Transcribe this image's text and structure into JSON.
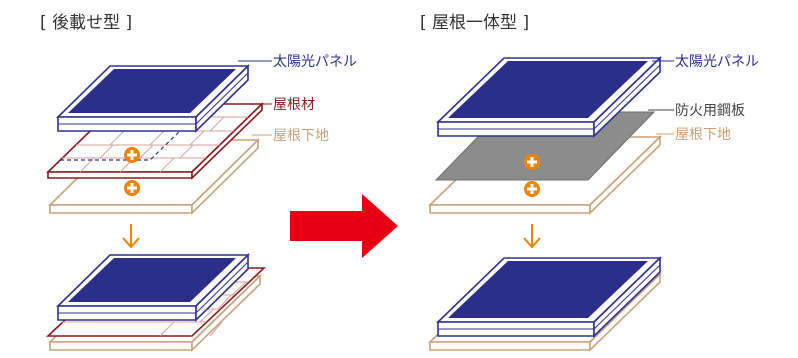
{
  "left_panel": {
    "title": "[ 後載せ型 ]",
    "labels": {
      "solar_panel": "太陽光パネル",
      "roof_material": "屋根材",
      "roof_base": "屋根下地"
    }
  },
  "right_panel": {
    "title": "[ 屋根一体型 ]",
    "labels": {
      "solar_panel": "太陽光パネル",
      "fireproof_steel": "防火用鋼板",
      "roof_base": "屋根下地"
    }
  },
  "colors": {
    "panel_fill": "#2b2f8a",
    "panel_frame": "#2e3192",
    "roof_tile": "#8b1a1a",
    "roof_base": "#c8a27a",
    "steel_plate": "#8c8c8c",
    "plus_marker": "#f08300",
    "transition_arrow": "#e60012",
    "down_arrow": "#f08300",
    "label_panel": "#2e3192",
    "label_tile": "#8b1a1a",
    "label_base": "#c8a27a",
    "label_steel": "#444444"
  },
  "icons": [
    "plus-circle-icon",
    "down-arrow-icon",
    "right-arrow-icon"
  ]
}
